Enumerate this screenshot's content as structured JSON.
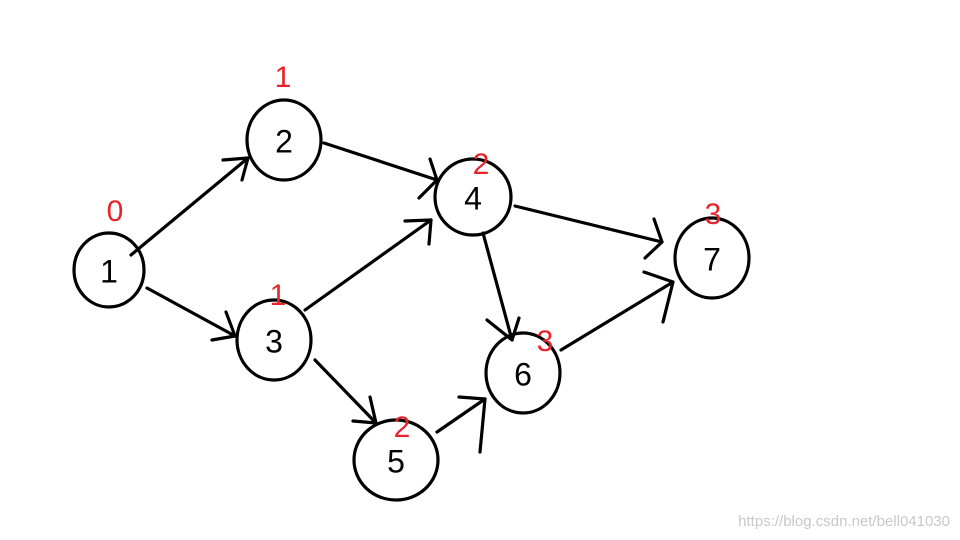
{
  "colors": {
    "level": "#e8242b",
    "stroke": "#000000"
  },
  "nodes": [
    {
      "id": "1",
      "label": "1",
      "level": "0"
    },
    {
      "id": "2",
      "label": "2",
      "level": "1"
    },
    {
      "id": "3",
      "label": "3",
      "level": "1"
    },
    {
      "id": "4",
      "label": "4",
      "level": "2"
    },
    {
      "id": "5",
      "label": "5",
      "level": "2"
    },
    {
      "id": "6",
      "label": "6",
      "level": "3"
    },
    {
      "id": "7",
      "label": "7",
      "level": "3"
    }
  ],
  "edges": [
    {
      "from": "1",
      "to": "2"
    },
    {
      "from": "1",
      "to": "3"
    },
    {
      "from": "2",
      "to": "4"
    },
    {
      "from": "3",
      "to": "4"
    },
    {
      "from": "3",
      "to": "5"
    },
    {
      "from": "4",
      "to": "6"
    },
    {
      "from": "4",
      "to": "7"
    },
    {
      "from": "5",
      "to": "6"
    },
    {
      "from": "6",
      "to": "7"
    }
  ],
  "watermark": "https://blog.csdn.net/bell041030"
}
